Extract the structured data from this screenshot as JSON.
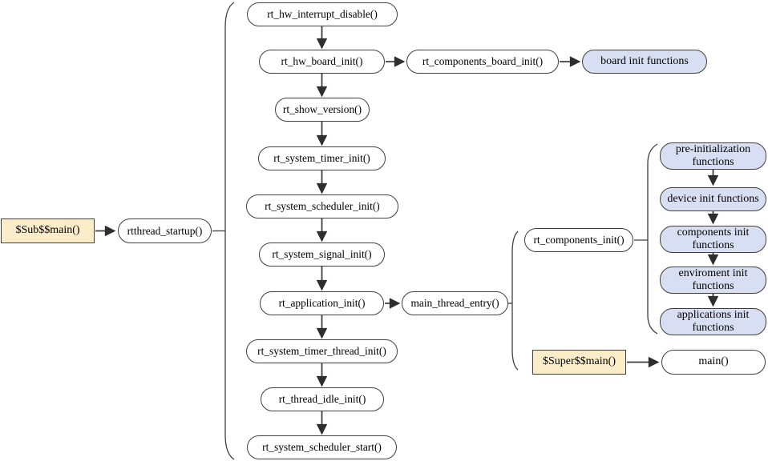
{
  "diagram": {
    "kind": "flowchart",
    "colors": {
      "line": "#3f3f3f",
      "node_border": "#3f3f3f",
      "blue_fill": "#d9dff2",
      "tan_fill": "#fcedca",
      "background": "#ffffff"
    },
    "nodes": {
      "sub_main": {
        "label": "$Sub$$main()"
      },
      "rtthread_startup": {
        "label": "rtthread_startup()"
      },
      "rt_hw_interrupt_disable": {
        "label": "rt_hw_interrupt_disable()"
      },
      "rt_hw_board_init": {
        "label": "rt_hw_board_init()"
      },
      "rt_components_board_init": {
        "label": "rt_components_board_init()"
      },
      "board_init_functions": {
        "label": "board init functions"
      },
      "rt_show_version": {
        "label": "rt_show_version()"
      },
      "rt_system_timer_init": {
        "label": "rt_system_timer_init()"
      },
      "rt_system_scheduler_init": {
        "label": "rt_system_scheduler_init()"
      },
      "rt_system_signal_init": {
        "label": "rt_system_signal_init()"
      },
      "rt_application_init": {
        "label": "rt_application_init()"
      },
      "main_thread_entry": {
        "label": "main_thread_entry()"
      },
      "rt_components_init": {
        "label": "rt_components_init()"
      },
      "pre_initialization_functions": {
        "label": "pre-initialization functions"
      },
      "device_init_functions": {
        "label": "device init functions"
      },
      "components_init_functions": {
        "label": "components init functions"
      },
      "enviroment_init_functions": {
        "label": "enviroment init functions"
      },
      "applications_init_functions": {
        "label": "applications init functions"
      },
      "rt_system_timer_thread_init": {
        "label": "rt_system_timer_thread_init()"
      },
      "rt_thread_idle_init": {
        "label": "rt_thread_idle_init()"
      },
      "rt_system_scheduler_start": {
        "label": "rt_system_scheduler_start()"
      },
      "super_main": {
        "label": "$Super$$main()"
      },
      "main_fn": {
        "label": "main()"
      }
    }
  }
}
